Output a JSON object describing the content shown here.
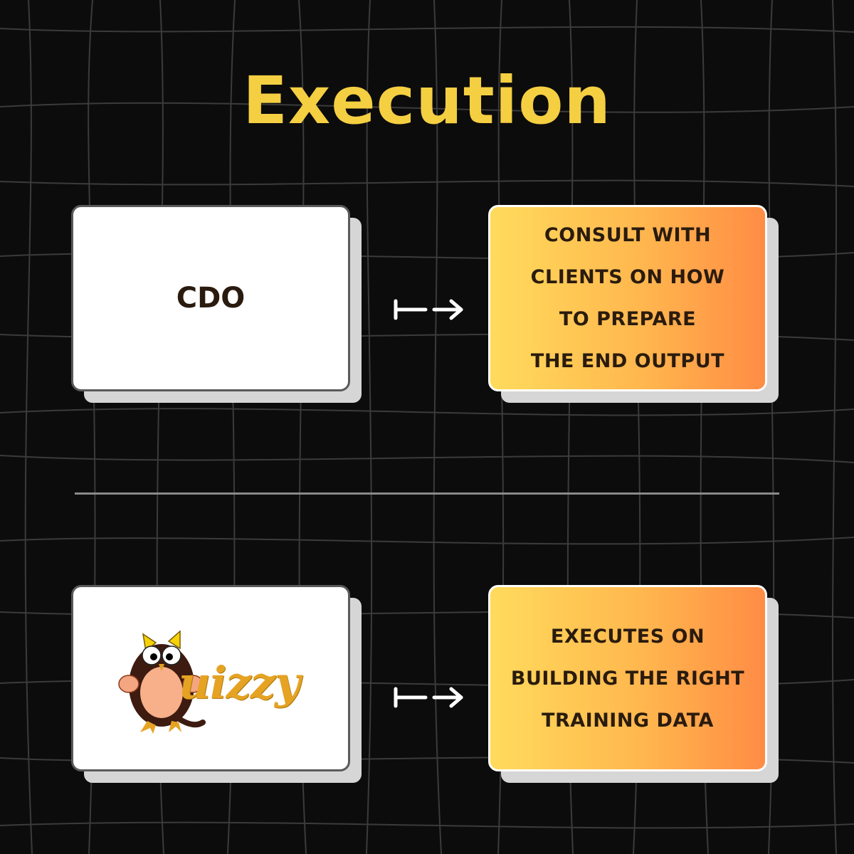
{
  "title": "Execution",
  "rows": [
    {
      "left_label": "CDO",
      "right_text": "CONSULT WITH\nCLIENTS ON HOW\nTO PREPARE\nTHE END OUTPUT"
    },
    {
      "logo_text": "uizzy",
      "right_text": "EXECUTES ON\nBUILDING THE RIGHT\nTRAINING DATA"
    }
  ],
  "colors": {
    "background": "#0c0c0c",
    "title": "#f5cf42",
    "card_text": "#2a1b0e",
    "gradient_start": "#ffdb5c",
    "gradient_end": "#ff8c45"
  },
  "icons": [
    "mapsto-arrow-icon",
    "owl-mascot-icon"
  ]
}
